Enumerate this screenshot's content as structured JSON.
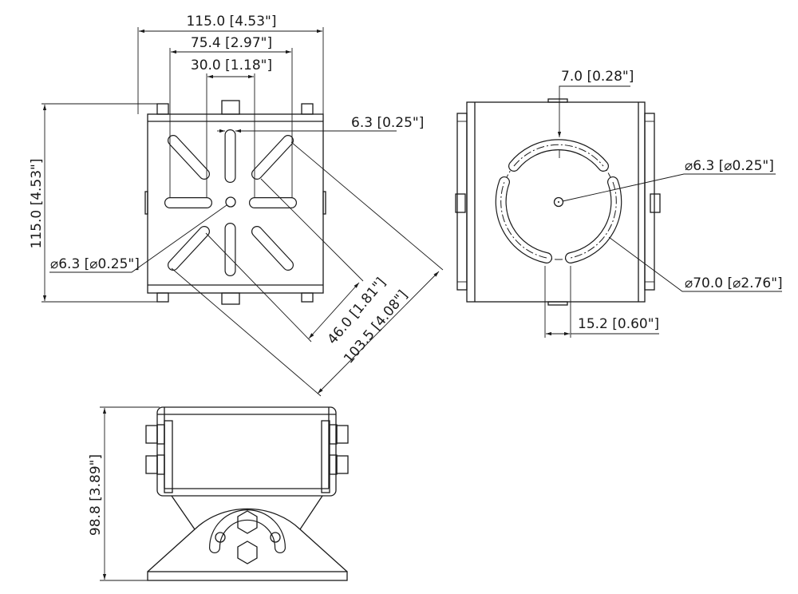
{
  "front_view": {
    "width_overall": "115.0 [4.53\"]",
    "width_slots": "75.4 [2.97\"]",
    "width_inner": "30.0 [1.18\"]",
    "slot_width": "6.3 [0.25\"]",
    "height_overall": "115.0 [4.53\"]",
    "center_hole": "⌀6.3 [⌀0.25\"]",
    "diag_inner": "46.0 [1.81\"]",
    "diag_outer": "103.5 [4.08\"]"
  },
  "side_view": {
    "slot_width": "7.0 [0.28\"]",
    "center_hole": "⌀6.3 [⌀0.25\"]",
    "circle_diameter": "⌀70.0 [⌀2.76\"]",
    "gap": "15.2 [0.60\"]"
  },
  "bottom_view": {
    "height": "98.8 [3.89\"]"
  },
  "colors": {
    "line": "#1a1a1a",
    "background": "#ffffff"
  }
}
